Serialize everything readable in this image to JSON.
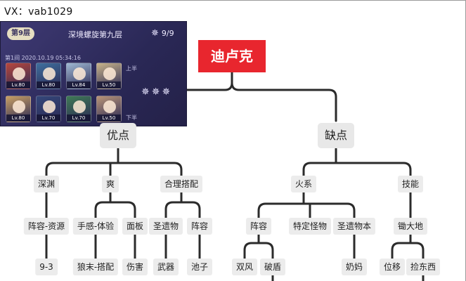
{
  "watermark": "VX：vab1029",
  "game_card": {
    "floor_badge": "第9层",
    "floor_title": "深境螺旋第九层",
    "star_glyph": "✵",
    "star_count": "9/9",
    "session": "第1间  2020.10.19 05:34:16",
    "half_top": "上半",
    "half_bottom": "下半",
    "chamber_stars": "✵✵✵",
    "top_team": [
      {
        "level": "Lv.80",
        "color": "#b8473c"
      },
      {
        "level": "Lv.80",
        "color": "#3f6f9e"
      },
      {
        "level": "Lv.84",
        "color": "#9fb9d3"
      },
      {
        "level": "Lv.50",
        "color": "#c9b48a"
      }
    ],
    "bottom_team": [
      {
        "level": "Lv.80",
        "color": "#c9a064"
      },
      {
        "level": "Lv.70",
        "color": "#34477a"
      },
      {
        "level": "Lv.70",
        "color": "#3f7a55"
      },
      {
        "level": "Lv.50",
        "color": "#b99578"
      }
    ]
  },
  "mindmap": {
    "root": "迪卢克",
    "pros": "优点",
    "cons": "缺点",
    "pros_groups": {
      "abyss": "深渊",
      "abyss_child": "阵容-资源",
      "abyss_leaf": "9-3",
      "feel": "爽",
      "feel_a": "手感-体验",
      "feel_a_leaf": "狼末-搭配",
      "feel_b": "面板",
      "feel_b_leaf": "伤害",
      "match": "合理搭配",
      "match_a": "圣遗物",
      "match_a_leaf": "武器",
      "match_b": "阵容",
      "match_b_leaf": "池子"
    },
    "cons_groups": {
      "fire": "火系",
      "fire_a": "阵容",
      "fire_a_leaf1": "双风",
      "fire_a_leaf2": "破盾",
      "fire_b": "特定怪物",
      "fire_c": "圣遗物本",
      "fire_c_leaf": "奶妈",
      "skill": "技能",
      "skill_a": "锄大地",
      "skill_a_leaf1": "位移",
      "skill_a_leaf2": "捡东西"
    }
  },
  "colors": {
    "root_bg": "#e8262e",
    "connector": "#2b2b2b",
    "node_bg": "#ececec"
  }
}
